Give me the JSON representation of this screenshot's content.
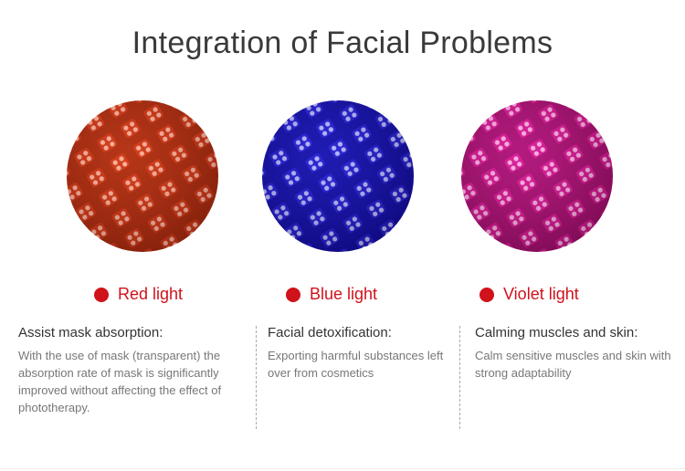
{
  "title": "Integration of Facial Problems",
  "accent_color": "#d0121b",
  "lights": [
    {
      "label": "Red light",
      "image": "red-led-array",
      "color_base": "#9e2a10",
      "color_led": "#ff6a4a",
      "heading": "Assist mask absorption:",
      "description": "With the use of mask (transparent) the absorption rate of mask is significantly improved without affecting the effect of phototherapy."
    },
    {
      "label": "Blue light",
      "image": "blue-led-array",
      "color_base": "#1a10b0",
      "color_led": "#8f8cff",
      "heading": "Facial detoxification:",
      "description": "Exporting harmful substances left over from cosmetics"
    },
    {
      "label": "Violet light",
      "image": "violet-led-array",
      "color_base": "#a3106e",
      "color_led": "#ff7fd6",
      "heading": "Calming muscles and skin:",
      "description": "Calm sensitive muscles and skin with strong adaptability"
    }
  ]
}
